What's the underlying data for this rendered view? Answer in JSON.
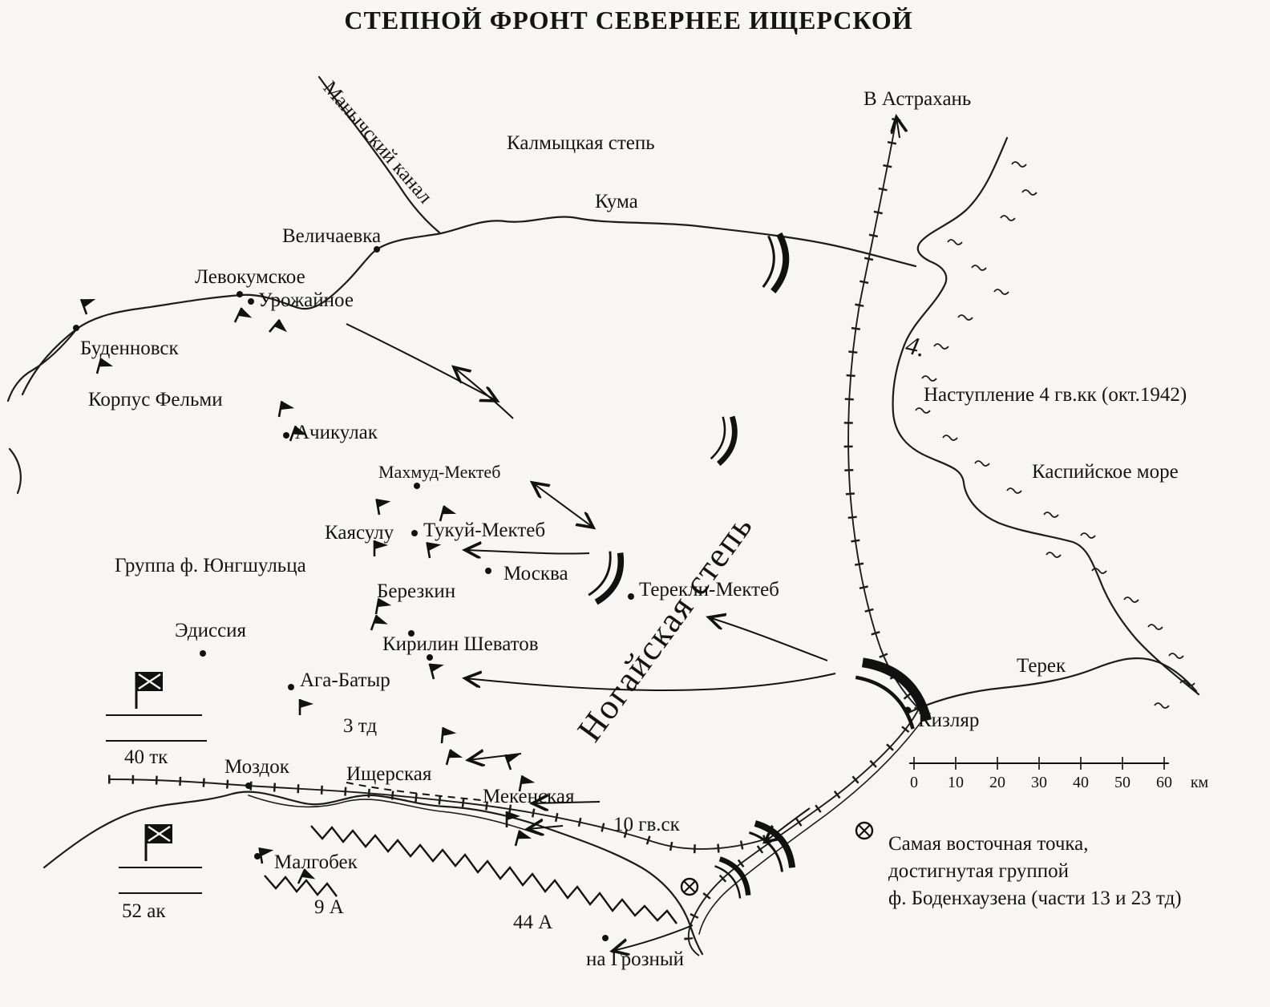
{
  "title": "СТЕПНОЙ ФРОНТ СЕВЕРНЕЕ ИЩЕРСКОЙ",
  "regions": {
    "kalmyk_steppe": "Калмыцкая степь",
    "nogai_steppe": "Ногайская степь",
    "caspian_sea": "Каспийское море"
  },
  "rivers": {
    "manych_canal": "Манычский канал",
    "kuma": "Кума",
    "terek": "Терек"
  },
  "towns": {
    "velichaevka": "Величаевка",
    "levokumskoe": "Левокумское",
    "urozhaynoe": "Урожайное",
    "budennovsk": "Буденновск",
    "achikulak": "Ачикулак",
    "makhmud_mekteb": "Махмуд-Мектеб",
    "kayasulu": "Каясулу",
    "tukuy_mekteb": "Тукуй-Мектеб",
    "moskva": "Москва",
    "berezkin": "Березкин",
    "terekli_mekteb": "Терекли-Мектеб",
    "kirilin_shevatov": "Кирилин Шеватов",
    "edissiya": "Эдиссия",
    "aga_batyr": "Ага-Батыр",
    "kizlyar": "Кизляр",
    "mozdok": "Моздок",
    "ishcherskaya": "Ищерская",
    "mekenskaya": "Мекенская",
    "malgobek": "Малгобек"
  },
  "units": {
    "felmy_corps": "Корпус Фельми",
    "jungschultz_group": "Группа ф. Юнгшульца",
    "pz_div_3": "3 тд",
    "pz_corps_40": "40 тк",
    "army_corps_52": "52 ак",
    "guards_rifle_corps_10": "10 гв.ск",
    "army_9": "9 А",
    "army_44": "44 А"
  },
  "annotations": {
    "to_astrakhan": "В Астрахань",
    "offensive_4gkk": "Наступление 4 гв.кк (окт.1942)",
    "route_4": "4.",
    "to_grozny": "на Грозный",
    "east_point_line1": "Самая восточная точка,",
    "east_point_line2": "достигнутая группой",
    "east_point_line3": "ф. Боденхаузена (части 13 и 23 тд)"
  },
  "scale": {
    "ticks": [
      "0",
      "10",
      "20",
      "30",
      "40",
      "50",
      "60"
    ],
    "unit": "км"
  }
}
